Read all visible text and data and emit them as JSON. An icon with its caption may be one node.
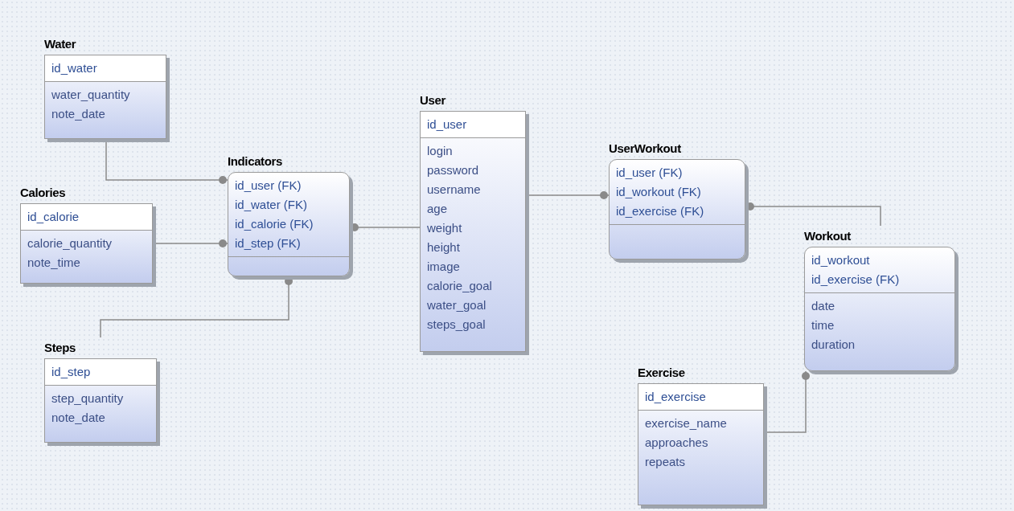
{
  "diagram": {
    "nodes": [
      {
        "text": [
          "Water",
          "id_water",
          "water_quantity",
          "note_date"
        ]
      },
      {
        "text": [
          "Calories",
          "id_calorie",
          "calorie_quantity",
          "note_time"
        ]
      },
      {
        "text": [
          "Indicators",
          "id_user (FK)",
          "id_water (FK)",
          "id_calorie (FK)",
          "id_step (FK)"
        ]
      },
      {
        "text": [
          "Steps",
          "id_step",
          "step_quantity",
          "note_date"
        ]
      },
      {
        "text": [
          "User",
          "id_user",
          "login",
          "password",
          "username",
          "age",
          "weight",
          "height",
          "image",
          "calorie_goal",
          "water_goal",
          "steps_goal"
        ]
      },
      {
        "text": [
          "UserWorkout",
          "id_user (FK)",
          "id_workout (FK)",
          "id_exercise (FK)"
        ]
      },
      {
        "text": [
          "Workout",
          "id_workout",
          "id_exercise (FK)",
          "date",
          "time",
          "duration"
        ]
      },
      {
        "text": [
          "Exercise",
          "id_exercise",
          "exercise_name",
          "approaches",
          "repeats"
        ]
      }
    ],
    "edges": [
      {
        "from": 0,
        "to": 2,
        "arrow": "other"
      },
      {
        "from": 1,
        "to": 2,
        "arrow": "other"
      },
      {
        "from": 3,
        "to": 2,
        "arrow": "other"
      },
      {
        "from": 4,
        "to": 2,
        "arrow": "other"
      },
      {
        "from": 4,
        "to": 5,
        "arrow": "other"
      },
      {
        "from": 6,
        "to": 5,
        "arrow": "other"
      },
      {
        "from": 7,
        "to": 6,
        "arrow": "other"
      }
    ]
  }
}
